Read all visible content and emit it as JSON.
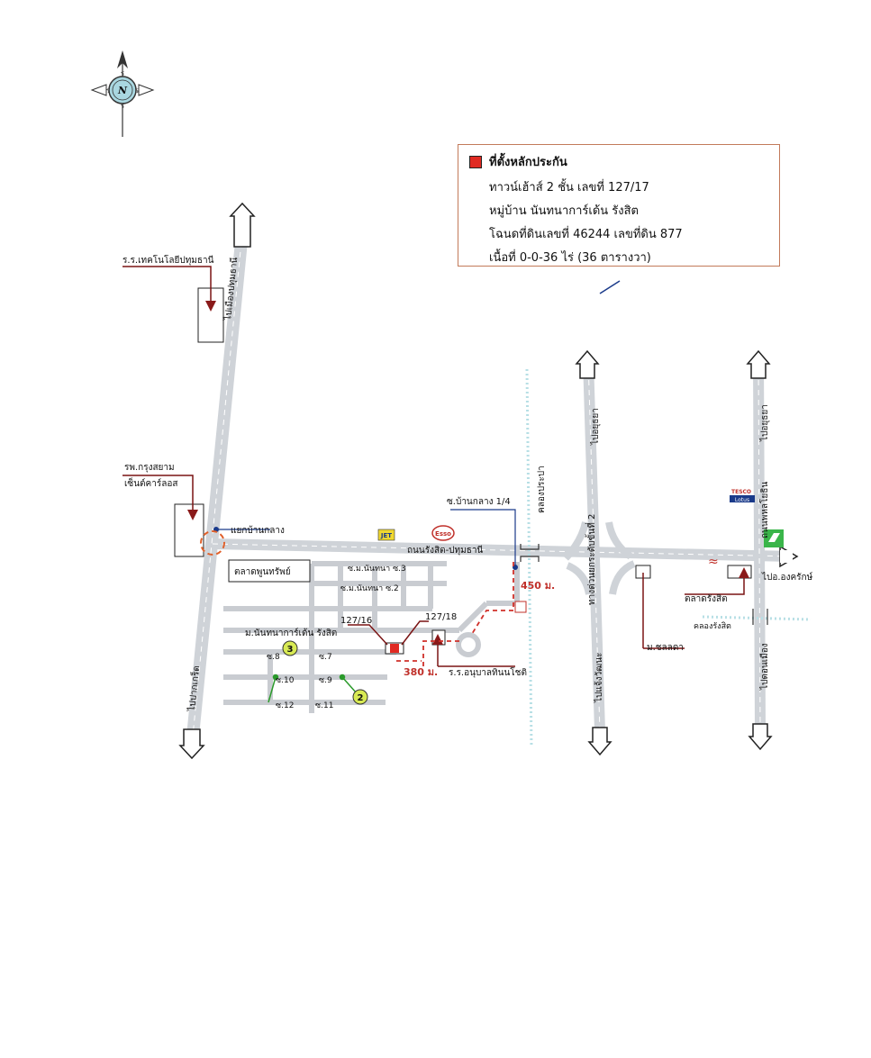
{
  "legend": {
    "title": "ที่ตั้งหลักประกัน",
    "line1": "ทาวน์เฮ้าส์ 2 ชั้น เลขที่ 127/17",
    "line2": "หมู่บ้าน นันทนาการ์เด้น รังสิต",
    "line3": "โฉนดที่ดินเลขที่ 46244  เลขที่ดิน 877",
    "line4": "เนื้อที่ 0-0-36 ไร่ (36 ตารางวา)",
    "marker_color": "#e02a22"
  },
  "compass": {
    "north_label": "N"
  },
  "labels": {
    "school_tech": "ร.ร.เทคโนโลยีปทุมธานี",
    "to_muang_pathum": "ไปเมืองปทุมธานี",
    "hospital_line1": "รพ.กรุงสยาม",
    "hospital_line2": "เซ็นต์คาร์ลอส",
    "ban_klang_junction": "แยกบ้านกลาง",
    "to_pak_kret": "ไปปากเกร็ด",
    "talad_phoonsap": "ตลาดพูนทรัพย์",
    "soi_nanthana_3": "ซ.ม.นันทนา ซ.3",
    "soi_nanthana_2": "ซ.ม.นันทนา ซ.2",
    "village_name": "ม.นันทนาการ์เด้น รังสิต",
    "soi_8": "ซ.8",
    "soi_7": "ซ.7",
    "soi_10": "ซ.10",
    "soi_9": "ซ.9",
    "soi_12": "ซ.12",
    "soi_11": "ซ.11",
    "house_127_16": "127/16",
    "house_127_18": "127/18",
    "dist_380": "380 ม.",
    "kindergarten": "ร.ร.อนุบาลทินนโชติ",
    "road_rangsit_pathum": "ถนนรังสิต-ปทุมธานี",
    "soi_ban_klang": "ซ.บ้านกลาง 1/4",
    "dist_450": "450 ม.",
    "khlong_prapa": "คลองประปา",
    "to_ayutthaya_1": "ไปอยุธยา",
    "highway_kanchana": "ทางด่วนยกระดับขั้นที่ 2",
    "to_don_mueang": "ไปแจ้งวัฒนะ",
    "mo_chollada": "ม.ชลลดา",
    "to_ayutthaya_2": "ไปอยุธยา",
    "tesco_brand": "TESCO",
    "lotus_brand": "Lotus",
    "phahonyothin_road": "ถนนพหลโยธิน",
    "to_ongkharak": "ไปอ.องครักษ์",
    "talad_rangsit": "ตลาดรังสิต",
    "khlong_rangsit": "คลองรังสิต",
    "to_don_mueang_2": "ไปดอนเมือง",
    "jet_brand": "JET",
    "esso_brand": "Esso",
    "marker_3": "3",
    "marker_2": "2"
  }
}
